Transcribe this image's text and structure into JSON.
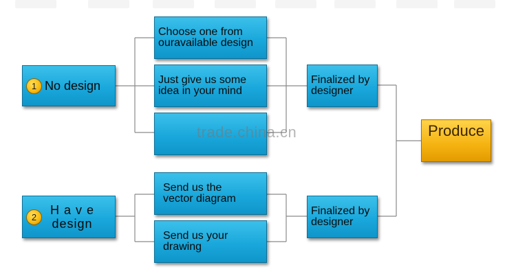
{
  "start_nodes": {
    "no_design": {
      "number": "1",
      "label": "No design"
    },
    "have_design": {
      "number": "2",
      "label": "H a v e\ndesign"
    }
  },
  "options": {
    "choose_design": "Choose one from\nouravailable design",
    "give_idea": "Just give us some\nidea in your mind",
    "hidden_option": "",
    "vector_diagram": "Send   us   the\nvector diagram",
    "drawing": "Send us your\ndrawing"
  },
  "finalize": {
    "top": "Finalized by\ndesigner",
    "bottom": "Finalized by\ndesigner"
  },
  "produce": {
    "label": "Produce"
  },
  "watermark": "trade.china.cn",
  "colors": {
    "box_blue": "#1aa8dc",
    "produce_gold": "#f5b311",
    "badge_gold": "#f7b80c",
    "connector": "#8a8a8a"
  }
}
